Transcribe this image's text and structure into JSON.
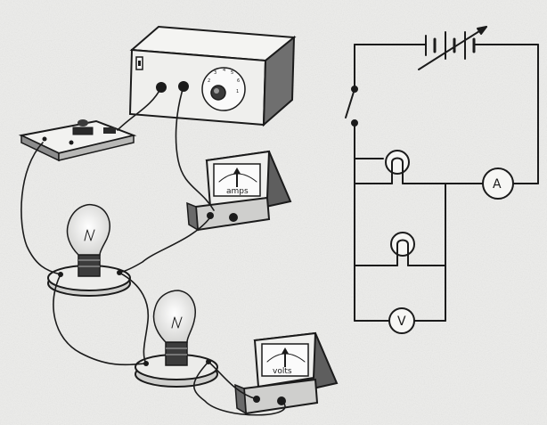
{
  "equipment": {
    "ammeter_label": "amps",
    "voltmeter_label": "volts",
    "dial_numbers": [
      "2",
      "3",
      "4",
      "5",
      "6",
      "1"
    ]
  },
  "schematic": {
    "ammeter_symbol": "A",
    "voltmeter_symbol": "V"
  },
  "colors": {
    "ink": "#1b1b1b",
    "paper": "#ededeb",
    "shade": "#7a7a7a"
  }
}
